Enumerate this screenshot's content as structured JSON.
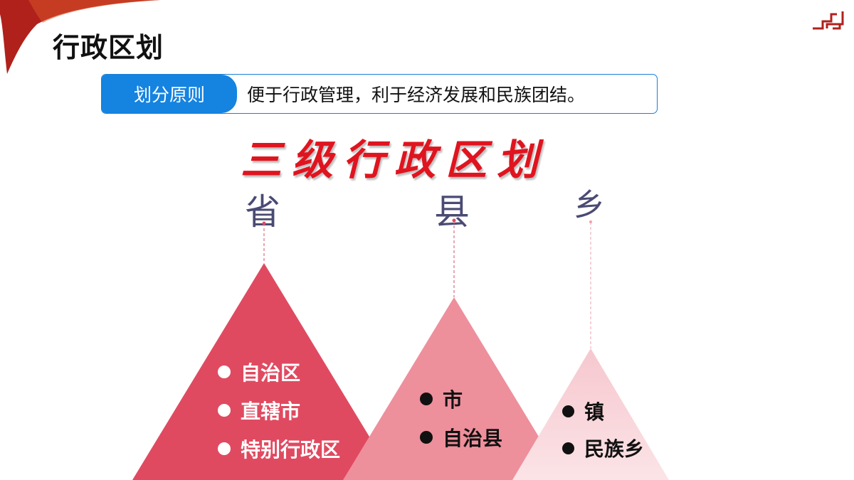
{
  "header": {
    "title": "行政区划"
  },
  "principle": {
    "tag": "划分原则",
    "text": "便于行政管理，利于经济发展和民族团结。"
  },
  "subtitle": "三级行政区划",
  "levels": [
    {
      "label": "省",
      "items": [
        "自治区",
        "直辖市",
        "特别行政区"
      ],
      "color": "#e04a60"
    },
    {
      "label": "县",
      "items": [
        "市",
        "自治县"
      ],
      "color": "#ee8f9c"
    },
    {
      "label": "乡",
      "items": [
        "镇",
        "民族乡"
      ],
      "color": "#f7d0d6"
    }
  ],
  "colors": {
    "accent_blue": "#1583e0",
    "accent_red": "#e0141f",
    "brand_dark_red": "#b0211c"
  }
}
